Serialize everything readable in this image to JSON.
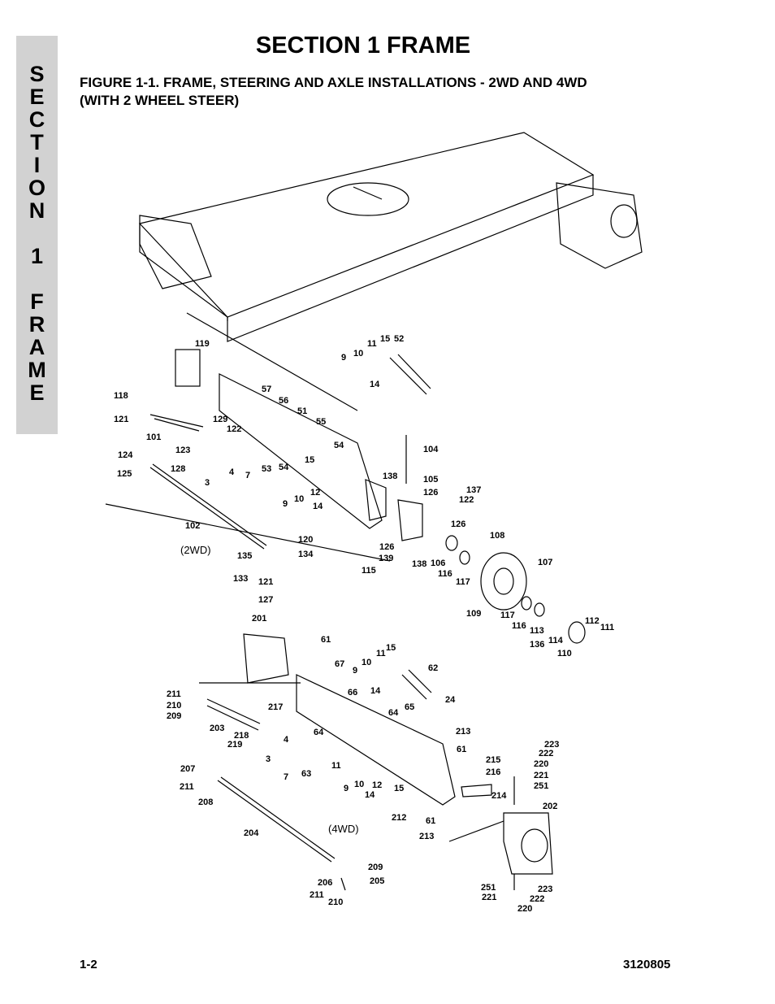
{
  "side_tab": {
    "letters": [
      "S",
      "E",
      "C",
      "T",
      "I",
      "O",
      "N",
      "",
      "1",
      "",
      "F",
      "R",
      "A",
      "M",
      "E"
    ]
  },
  "header": {
    "section_title": "SECTION 1  FRAME",
    "figure_title_line1": "FIGURE 1-1.   FRAME, STEERING AND AXLE INSTALLATIONS - 2WD AND 4WD",
    "figure_title_line2": "(WITH 2 WHEEL STEER)"
  },
  "diagram": {
    "group_labels": {
      "2wd": "(2WD)",
      "4wd": "(4WD)"
    },
    "callouts": [
      "119",
      "9",
      "10",
      "11",
      "15",
      "52",
      "14",
      "118",
      "57",
      "56",
      "51",
      "121",
      "129",
      "101",
      "55",
      "122",
      "54",
      "104",
      "123",
      "124",
      "128",
      "4",
      "7",
      "53",
      "54",
      "125",
      "3",
      "15",
      "138",
      "105",
      "9",
      "10",
      "12",
      "126",
      "14",
      "137",
      "122",
      "102",
      "126",
      "120",
      "108",
      "134",
      "126",
      "135",
      "139",
      "138",
      "106",
      "107",
      "116",
      "115",
      "133",
      "121",
      "117",
      "127",
      "109",
      "117",
      "112",
      "111",
      "201",
      "116",
      "113",
      "61",
      "114",
      "136",
      "110",
      "15",
      "11",
      "10",
      "67",
      "62",
      "9",
      "66",
      "14",
      "211",
      "210",
      "217",
      "24",
      "65",
      "64",
      "209",
      "203",
      "213",
      "218",
      "219",
      "4",
      "64",
      "61",
      "3",
      "215",
      "223",
      "222",
      "216",
      "220",
      "11",
      "221",
      "251",
      "7",
      "63",
      "207",
      "9",
      "10",
      "12",
      "15",
      "211",
      "14",
      "214",
      "208",
      "202",
      "212",
      "61",
      "204",
      "213",
      "(4WD)",
      "209",
      "205",
      "206",
      "251",
      "223",
      "211",
      "210",
      "221",
      "222",
      "220"
    ]
  },
  "footer": {
    "page_number": "1-2",
    "doc_number": "3120805"
  }
}
